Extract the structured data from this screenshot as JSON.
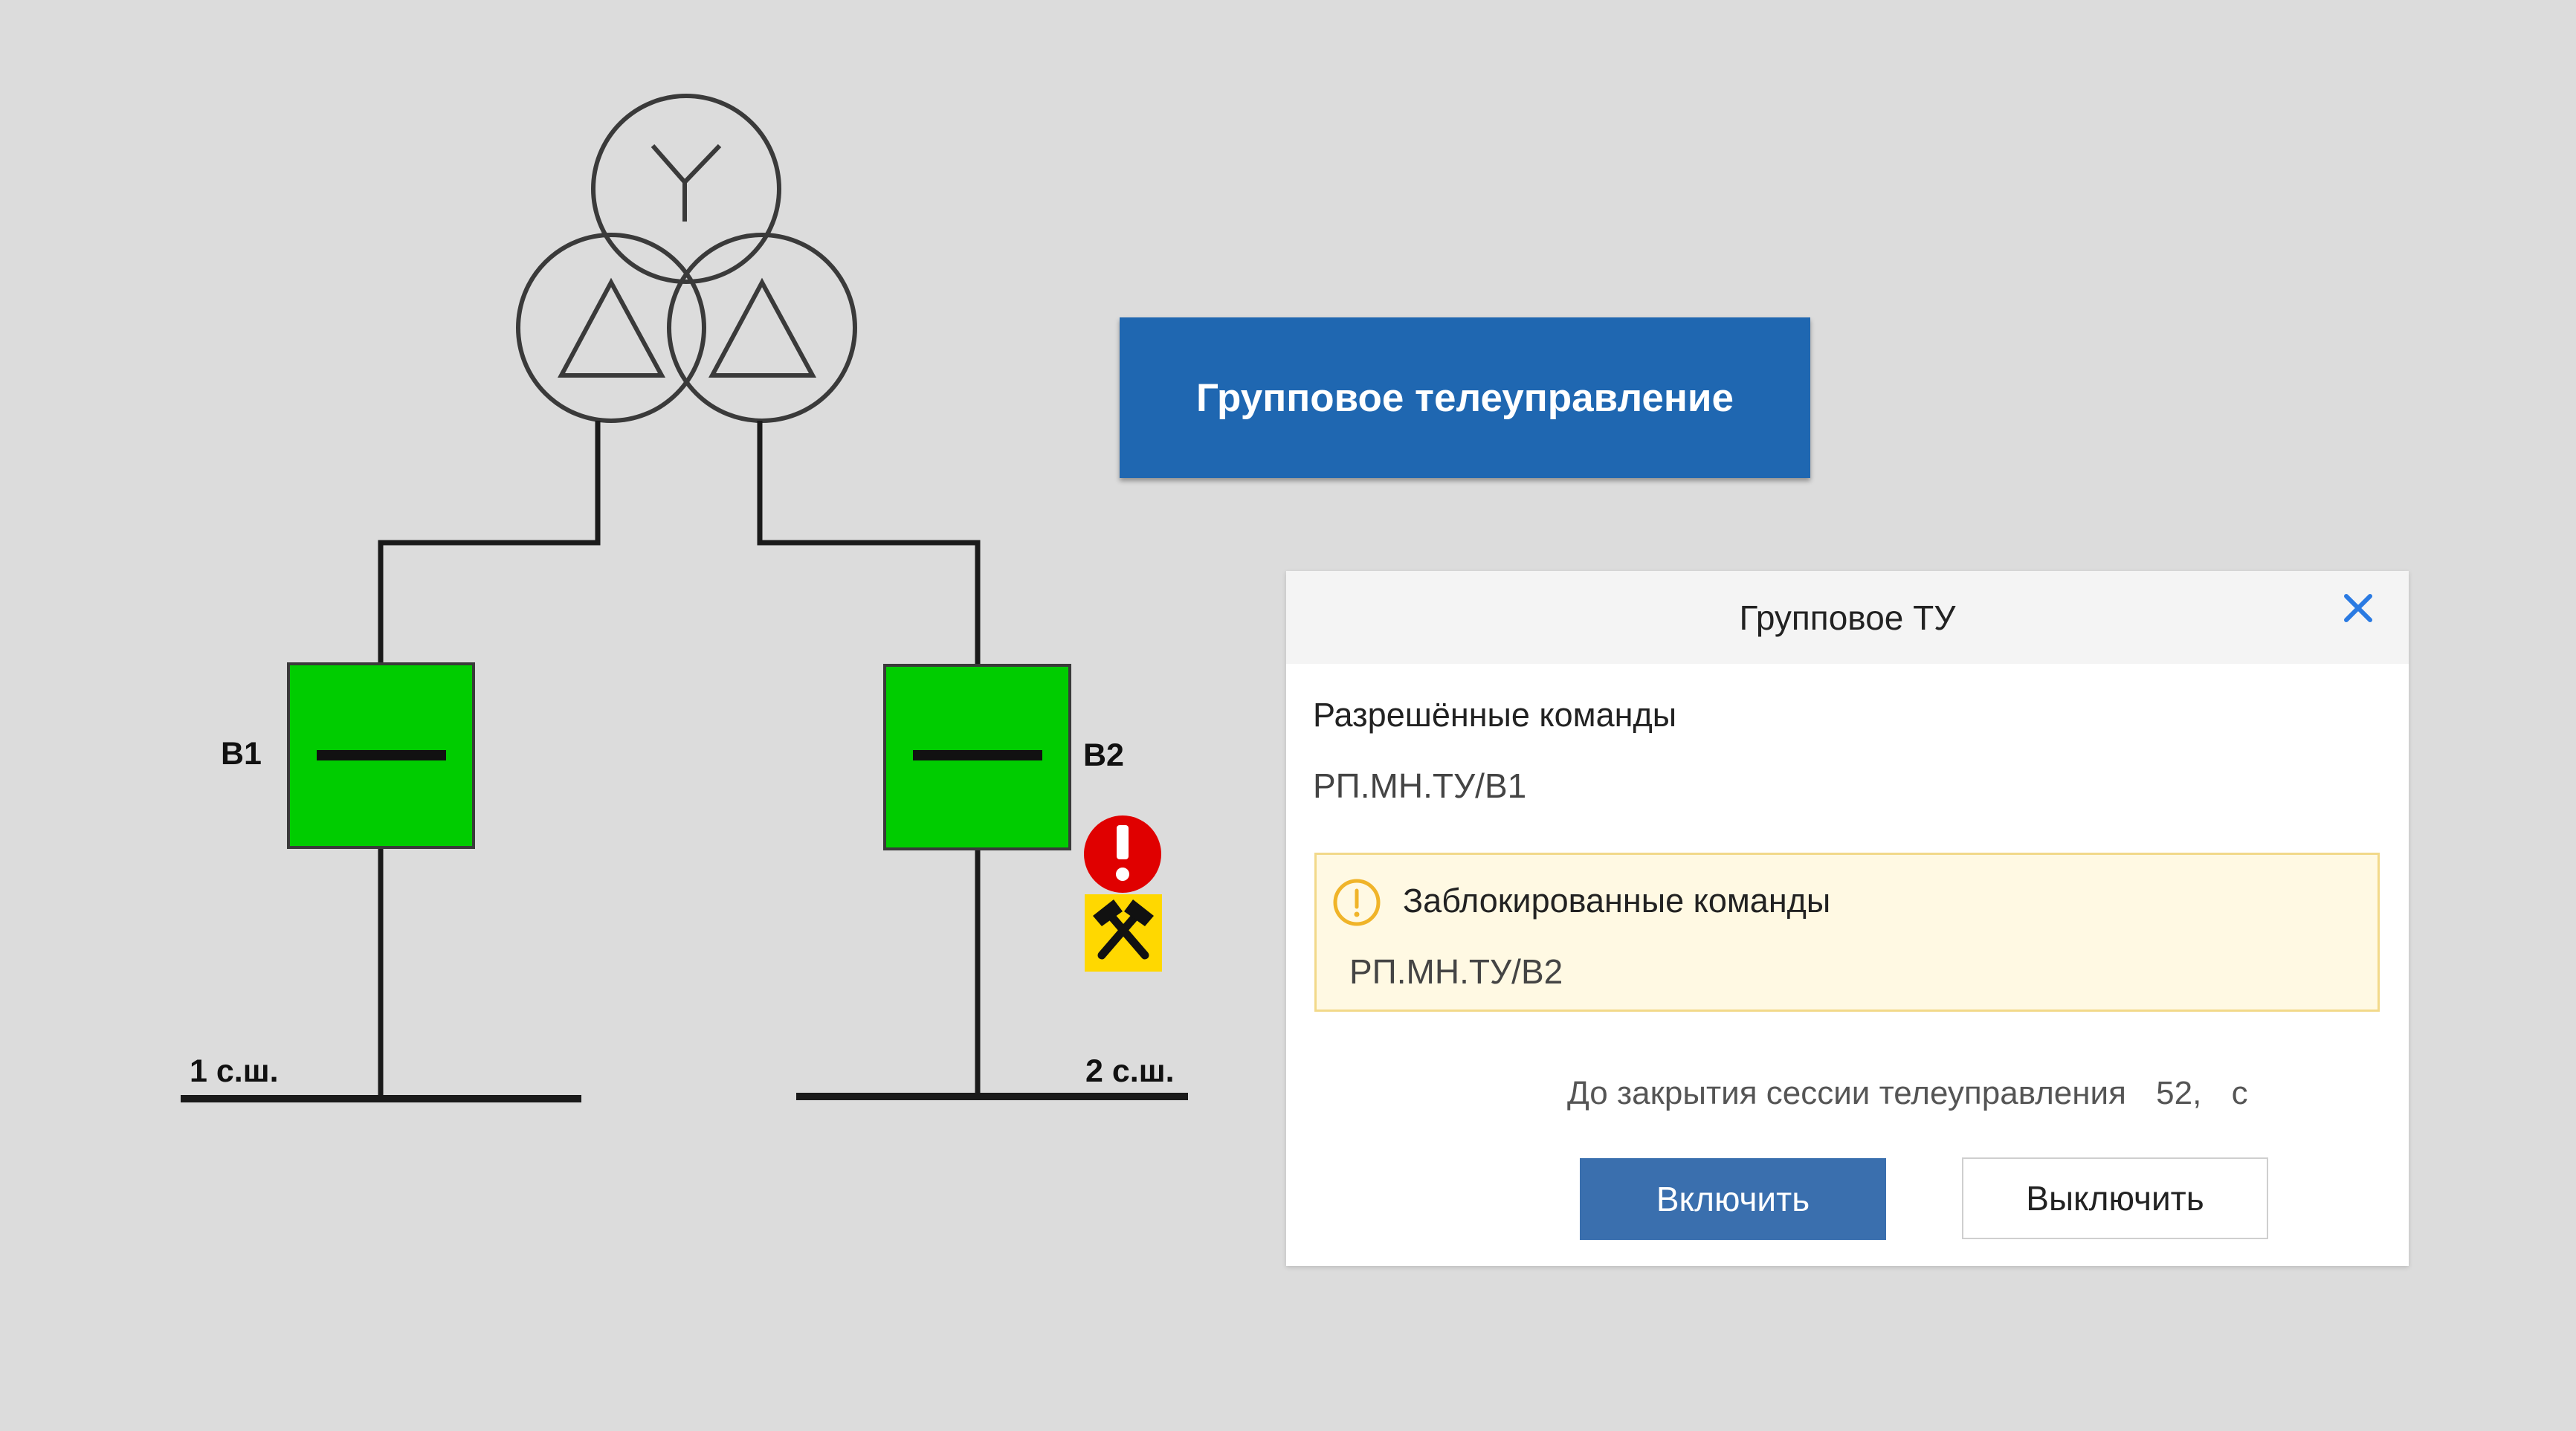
{
  "scheme": {
    "breaker_labels": [
      "В1",
      "В2"
    ],
    "bus_labels": [
      "1 с.ш.",
      "2 с.ш."
    ],
    "breaker_color": "#00cc00",
    "alarm_color": "#e00000",
    "grounding_color": "#ffd800"
  },
  "group_control_button": {
    "label": "Групповое телеуправление"
  },
  "dialog": {
    "title": "Групповое ТУ",
    "allowed": {
      "title": "Разрешённые команды",
      "value": "РП.МН.ТУ/В1"
    },
    "blocked": {
      "title": "Заблокированные команды",
      "value": "РП.МН.ТУ/В2"
    },
    "session": {
      "text": "До закрытия сессии телеуправления",
      "seconds": "52,",
      "unit": "с"
    },
    "buttons": {
      "on": "Включить",
      "off": "Выключить"
    },
    "accent_color": "#1f67b1",
    "warning_color": "#f0b429"
  }
}
